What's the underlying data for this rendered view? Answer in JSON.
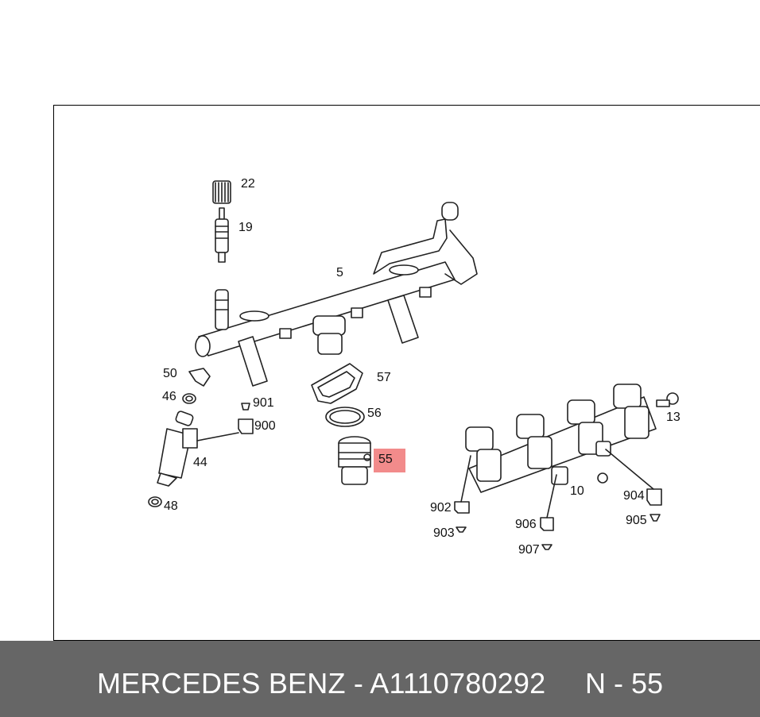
{
  "footer": {
    "brand_and_part": "MERCEDES BENZ - A1110780292",
    "position_code": "N - 55"
  },
  "callouts": {
    "c22": "22",
    "c19": "19",
    "c5": "5",
    "c50": "50",
    "c46": "46",
    "c901": "901",
    "c900": "900",
    "c44": "44",
    "c48": "48",
    "c57": "57",
    "c56": "56",
    "c55": "55",
    "c13": "13",
    "c10": "10",
    "c902": "902",
    "c903": "903",
    "c906": "906",
    "c907": "907",
    "c904": "904",
    "c905": "905"
  },
  "highlight": {
    "part": "55",
    "color": "#f28b8b"
  },
  "colors": {
    "footer_bg": "#666666",
    "line": "#222222"
  }
}
